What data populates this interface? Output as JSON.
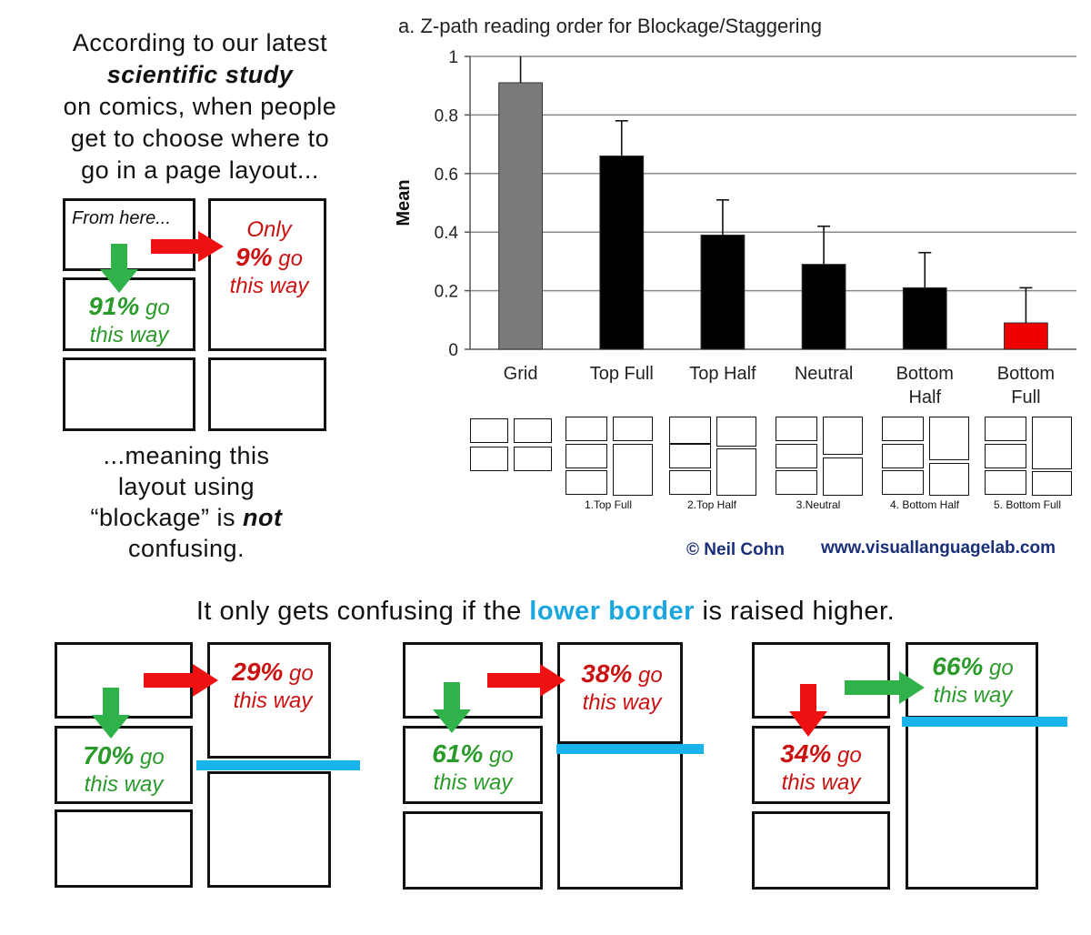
{
  "intro": {
    "line1": "According to our latest",
    "line2": "scientific study",
    "line3": "on comics, when people",
    "line4": "get to choose where to",
    "line5": "go in a page layout..."
  },
  "top_layout": {
    "from_here": "From here...",
    "down_pct": "91%",
    "down_go": " go",
    "down_way": "this way",
    "right_only": "Only",
    "right_pct": "9%",
    "right_go": " go",
    "right_way": "this way"
  },
  "outro": {
    "line1": "...meaning this",
    "line2": "layout using",
    "line3_a": "“blockage” is ",
    "line3_b": "not",
    "line4": "confusing."
  },
  "bottom_caption": {
    "before": "It only gets confusing if the ",
    "highlight": "lower border",
    "after": " is raised higher."
  },
  "bottom_layouts": [
    {
      "down_pct": "70%",
      "right_pct": "29%",
      "go": " go",
      "way": "this way"
    },
    {
      "down_pct": "61%",
      "right_pct": "38%",
      "go": " go",
      "way": "this way"
    },
    {
      "down_pct": "34%",
      "right_pct": "66%",
      "go": " go",
      "way": "this way"
    }
  ],
  "credits": {
    "author": "© Neil Cohn",
    "site": "www.visuallanguagelab.com"
  },
  "mini_labels": [
    "1.Top Full",
    "2.Top Half",
    "3.Neutral",
    "4. Bottom Half",
    "5. Bottom Full"
  ],
  "colors": {
    "green": "#2a9a2a",
    "red": "#cc1111",
    "highlight_blue": "#1aa7e0",
    "bar_grid": "#7a7a7a",
    "bar_default": "#000000",
    "bar_highlight": "#ee0000"
  },
  "chart_data": {
    "type": "bar",
    "title": "a. Z-path reading order for Blockage/Staggering",
    "xlabel": "",
    "ylabel": "Mean",
    "ylim": [
      0,
      1
    ],
    "yticks": [
      "0",
      "0.2",
      "0.4",
      "0.6",
      "0.8",
      "1"
    ],
    "categories": [
      "Grid",
      "Top Full",
      "Top Half",
      "Neutral",
      "Bottom Half",
      "Bottom Full"
    ],
    "values": [
      0.91,
      0.66,
      0.39,
      0.29,
      0.21,
      0.09
    ],
    "error_bars": [
      0.09,
      0.12,
      0.12,
      0.13,
      0.12,
      0.12
    ],
    "grid": true
  }
}
